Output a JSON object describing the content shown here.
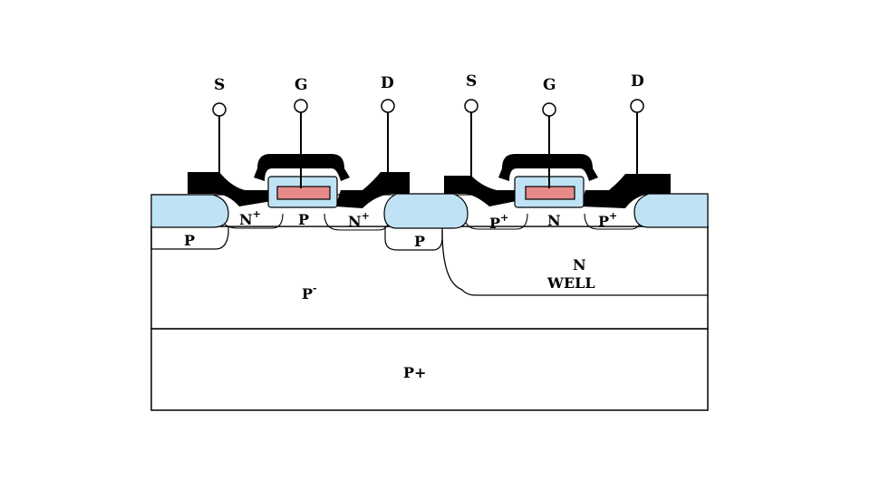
{
  "colors": {
    "oxide": "#bfe3f5",
    "poly_gate": "#e88a8a",
    "metal": "#000000",
    "substrate_line": "#000000",
    "background": "#ffffff"
  },
  "nmos": {
    "source_label": "S",
    "gate_label": "G",
    "drain_label": "D",
    "source_region": "N",
    "source_region_sup": "+",
    "channel_region": "P",
    "drain_region": "N",
    "drain_region_sup": "+",
    "body_region": "P"
  },
  "pmos": {
    "source_label": "S",
    "gate_label": "G",
    "drain_label": "D",
    "source_region": "P",
    "source_region_sup": "+",
    "channel_region": "N",
    "drain_region": "P",
    "drain_region_sup": "+"
  },
  "isolation": {
    "p_region_label": "P"
  },
  "nwell": {
    "line1": "N",
    "line2": "WELL"
  },
  "epi_layer": {
    "label": "P",
    "sup": "-"
  },
  "substrate": {
    "label": "P+"
  }
}
